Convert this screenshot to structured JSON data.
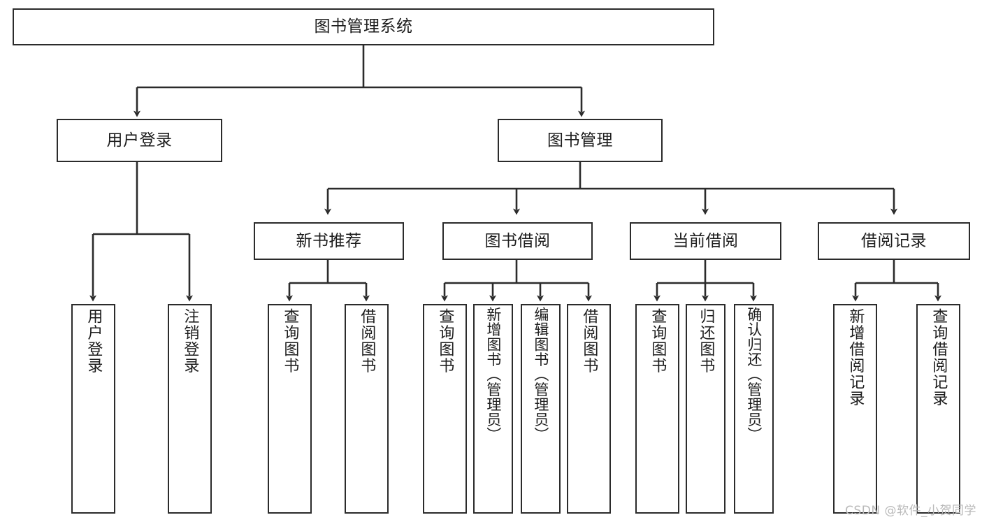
{
  "diagram": {
    "type": "tree-hierarchy-flowchart",
    "title": "图书管理系统",
    "watermark": "CSDN @软件_小贺同学",
    "colors": {
      "box_border": "#2b2b2b",
      "box_fill": "#ffffff",
      "connector": "#2b2b2b",
      "text": "#1d1d1d",
      "watermark": "#b9b9b9",
      "background": "#ffffff"
    },
    "nodes": {
      "root": {
        "label": "图书管理系统"
      },
      "level2": [
        {
          "id": "user-login",
          "label": "用户登录"
        },
        {
          "id": "book-management",
          "label": "图书管理"
        }
      ],
      "level3": [
        {
          "id": "new-book-recommend",
          "label": "新书推荐"
        },
        {
          "id": "book-borrow",
          "label": "图书借阅"
        },
        {
          "id": "current-borrow",
          "label": "当前借阅"
        },
        {
          "id": "borrow-record",
          "label": "借阅记录"
        }
      ],
      "leaves": {
        "user_login": [
          {
            "id": "leaf-user-login",
            "label": "用户登录"
          },
          {
            "id": "leaf-logout-login",
            "label": "注销登录"
          }
        ],
        "new_book_recommend": [
          {
            "id": "leaf-query-book-1",
            "label": "查询图书"
          },
          {
            "id": "leaf-borrow-book-1",
            "label": "借阅图书"
          }
        ],
        "book_borrow": [
          {
            "id": "leaf-query-book-2",
            "label": "查询图书"
          },
          {
            "id": "leaf-add-book",
            "label": "新增图书（管理员）"
          },
          {
            "id": "leaf-edit-book",
            "label": "编辑图书（管理员）"
          },
          {
            "id": "leaf-borrow-book-2",
            "label": "借阅图书"
          }
        ],
        "current_borrow": [
          {
            "id": "leaf-query-book-3",
            "label": "查询图书"
          },
          {
            "id": "leaf-return-book",
            "label": "归还图书"
          },
          {
            "id": "leaf-confirm-return",
            "label": "确认归还（管理员）"
          }
        ],
        "borrow_record": [
          {
            "id": "leaf-add-record",
            "label": "新增借阅记录"
          },
          {
            "id": "leaf-query-record",
            "label": "查询借阅记录"
          }
        ]
      }
    }
  }
}
